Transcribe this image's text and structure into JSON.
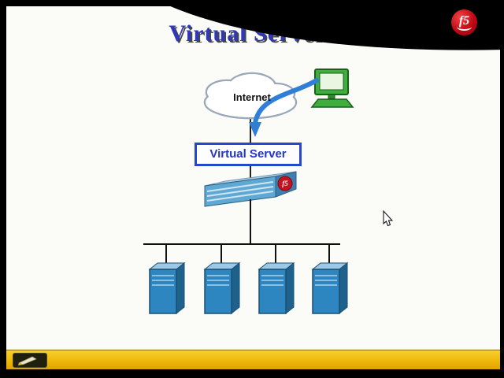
{
  "header": {
    "title": "Virtual Servers",
    "logo_text": "f5"
  },
  "diagram": {
    "internet_label": "Internet",
    "virtual_server_label": "Virtual Server",
    "appliance_logo_text": "f5",
    "server_count": 4
  },
  "icons": {
    "cloud": "internet-cloud-icon",
    "computer": "client-computer-icon",
    "arrow": "traffic-arrow-icon",
    "appliance": "load-balancer-icon",
    "server": "server-tower-icon",
    "cursor": "mouse-cursor-icon",
    "pen": "annotation-pen-icon",
    "logo": "f5-logo"
  },
  "colors": {
    "title_blue": "#3038B8",
    "label_blue": "#2335C8",
    "border_blue": "#2547C9",
    "arrow_blue": "#2F7ED8",
    "f5_red": "#C41220",
    "toolbar_yellow": "#EFB80A",
    "server_blue": "#2E86C1",
    "computer_green": "#3FAE3F"
  }
}
